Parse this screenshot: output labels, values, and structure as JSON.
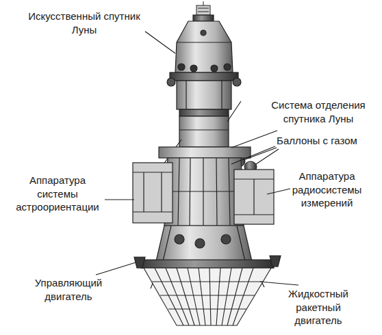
{
  "diagram": {
    "labels": [
      "Искусственный спутник Луны",
      "Система отделения спутника Луны",
      "Баллоны с газом",
      "Аппаратура системы астроориентации",
      "Аппаратура радиосистемы измерений",
      "Управляющий двигатель",
      "Жидкостный ракетный двигатель"
    ]
  }
}
